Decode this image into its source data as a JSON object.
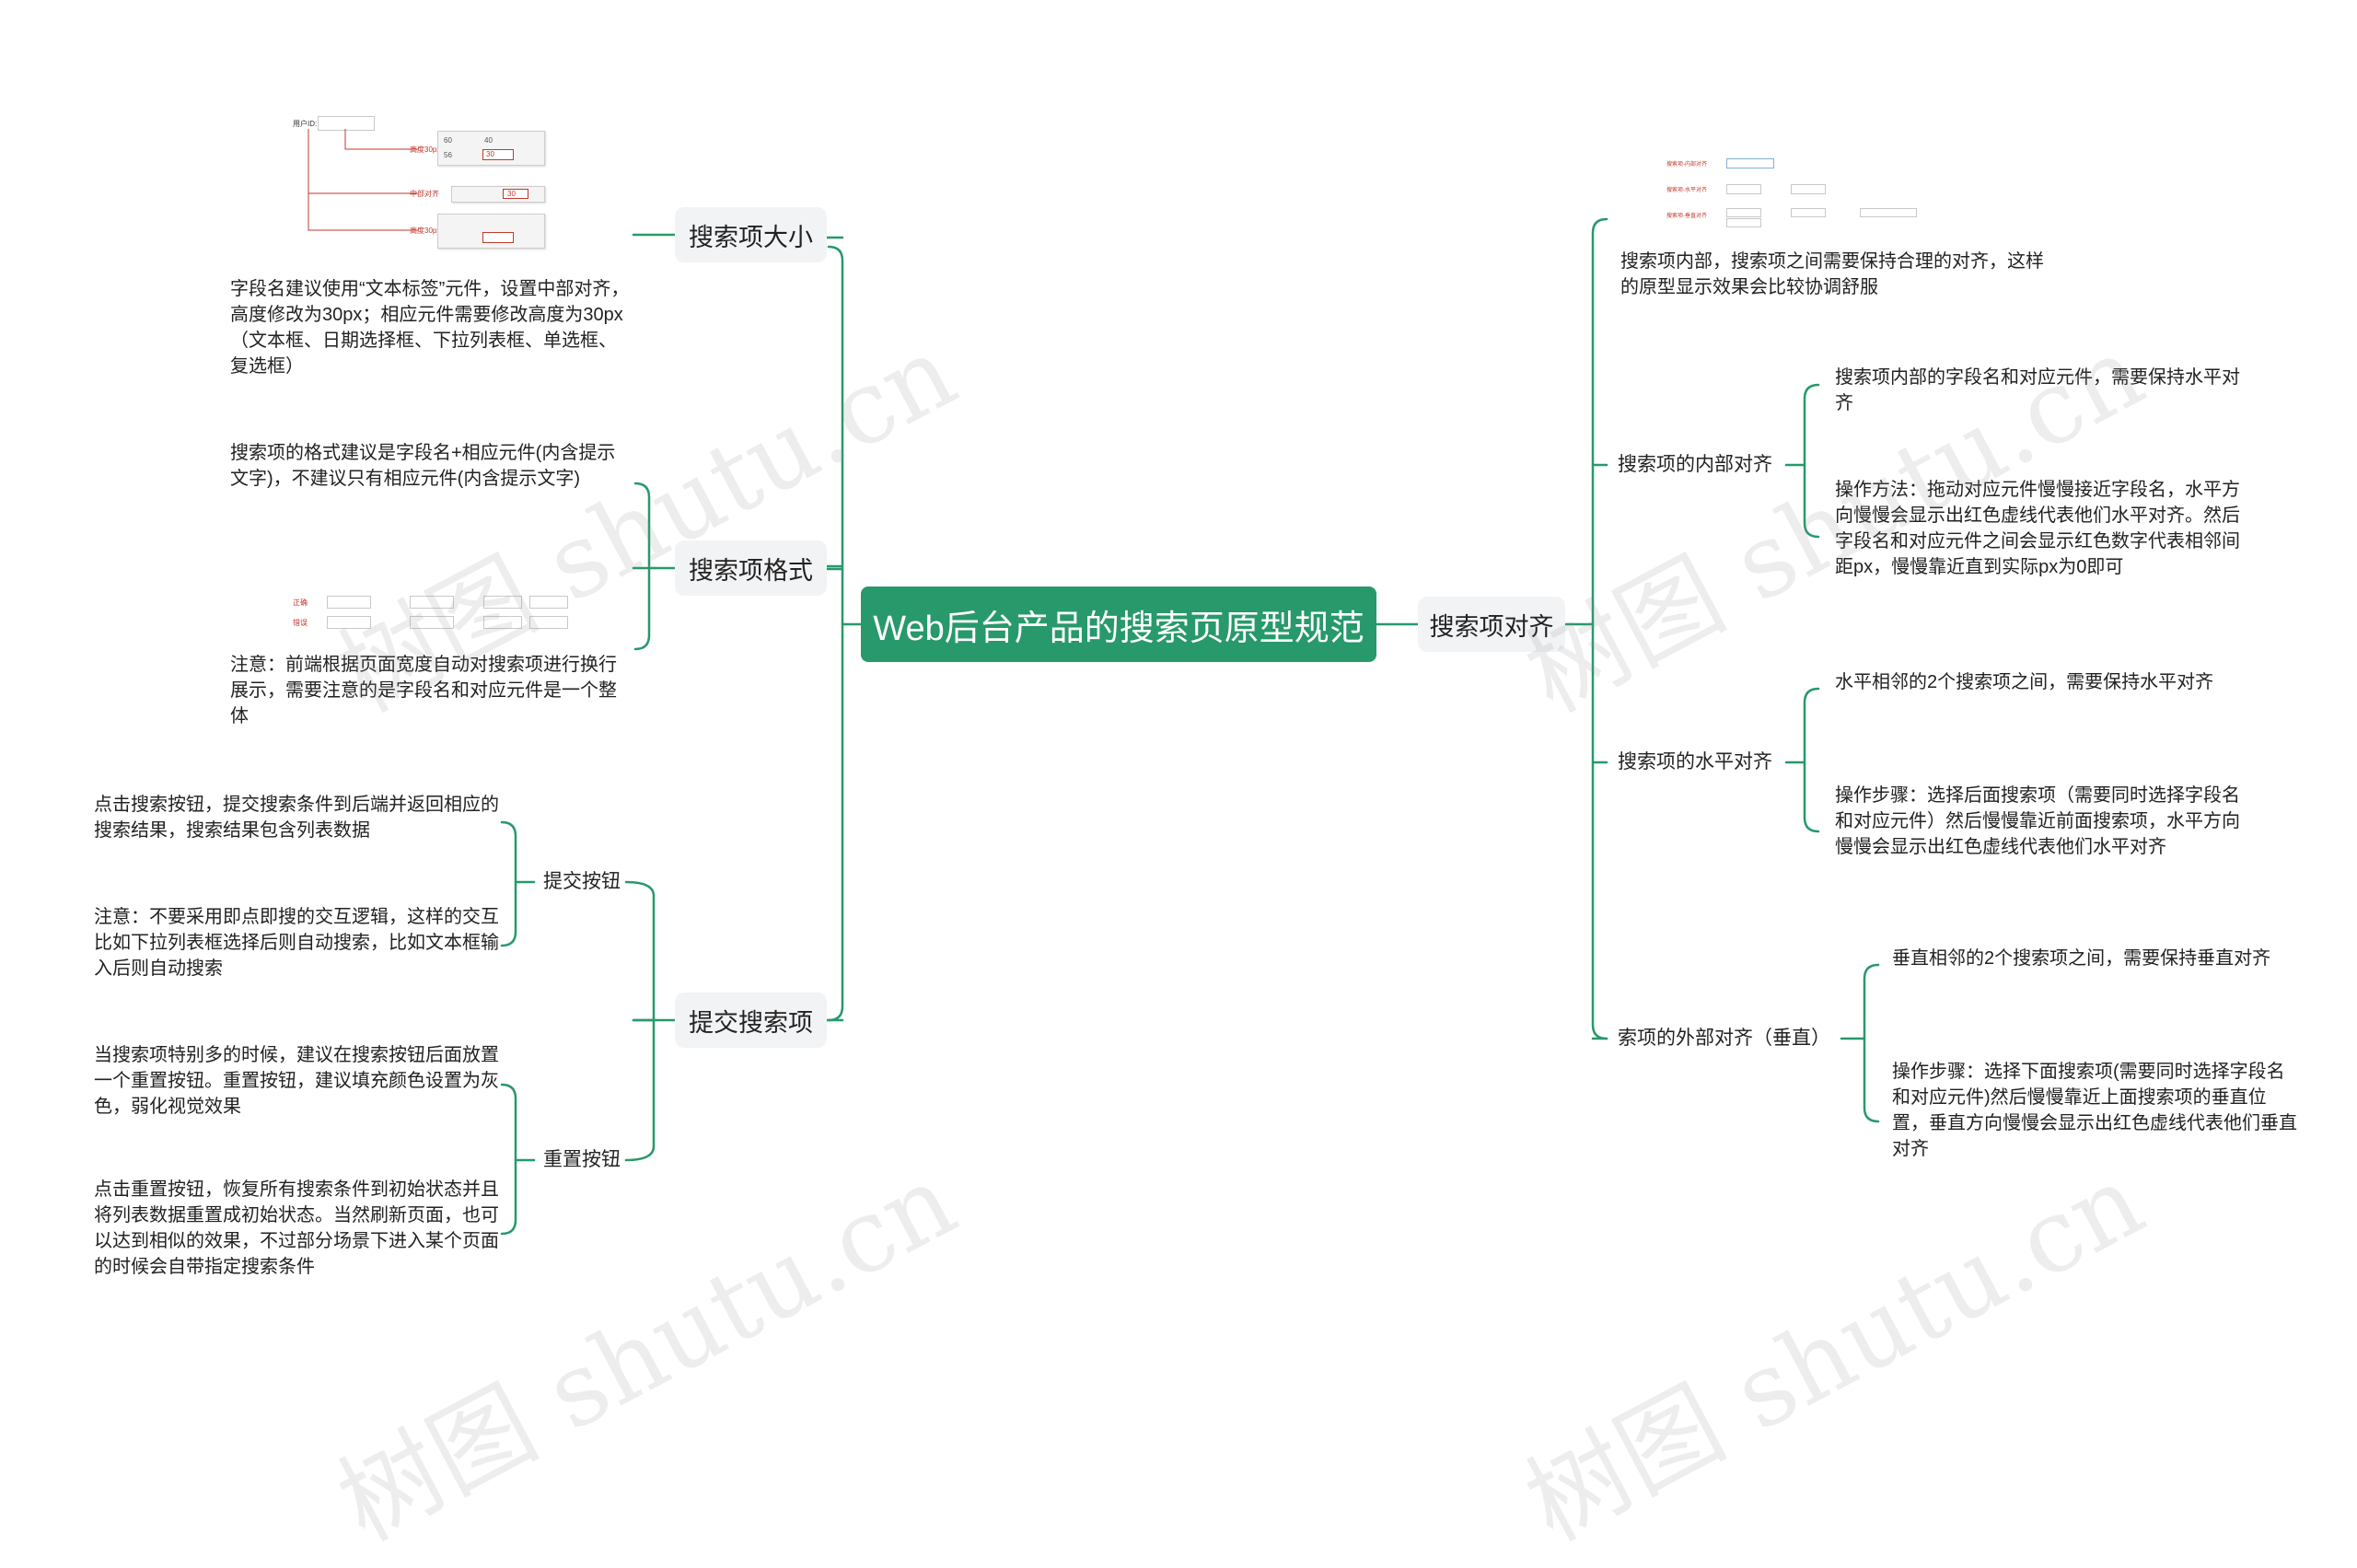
{
  "root": {
    "label": "Web后台产品的搜索页原型规范"
  },
  "left": {
    "size": {
      "label": "搜索项大小",
      "note": "字段名建议使用“文本标签”元件，设置中部对齐，高度修改为30px；相应元件需要修改高度为30px（文本框、日期选择框、下拉列表框、单选框、复选框）",
      "shot": {
        "field": "用户ID:",
        "tag1": "高度30px",
        "tag2": "中部对齐",
        "tag3": "高度30px",
        "v60": "60",
        "v40": "40",
        "v56": "56",
        "v30": "30",
        "vx": "30"
      }
    },
    "format": {
      "label": "搜索项格式",
      "note1": "搜索项的格式建议是字段名+相应元件(内含提示文字)，不建议只有相应元件(内含提示文字)",
      "note2": "注意：前端根据页面宽度自动对搜索项进行换行展示，需要注意的是字段名和对应元件是一个整体",
      "shot": {
        "row1": "正确",
        "row2": "错误"
      }
    },
    "submit": {
      "label": "提交搜索项",
      "submit_btn": {
        "label": "提交按钮",
        "note1": "点击搜索按钮，提交搜索条件到后端并返回相应的搜索结果，搜索结果包含列表数据",
        "note2": "注意：不要采用即点即搜的交互逻辑，这样的交互比如下拉列表框选择后则自动搜索，比如文本框输入后则自动搜索"
      },
      "reset_btn": {
        "label": "重置按钮",
        "note1": "当搜索项特别多的时候，建议在搜索按钮后面放置一个重置按钮。重置按钮，建议填充颜色设置为灰色，弱化视觉效果",
        "note2": "点击重置按钮，恢复所有搜索条件到初始状态并且将列表数据重置成初始状态。当然刷新页面，也可以达到相似的效果，不过部分场景下进入某个页面的时候会自带指定搜索条件"
      }
    }
  },
  "right": {
    "align": {
      "label": "搜索项对齐",
      "intro": "搜索项内部，搜索项之间需要保持合理的对齐，这样的原型显示效果会比较协调舒服",
      "shot": {
        "r1": "搜索项-内部对齐",
        "r2": "搜索项-水平对齐",
        "r3": "搜索项-垂直对齐"
      },
      "inner": {
        "label": "搜索项的内部对齐",
        "note1": "搜索项内部的字段名和对应元件，需要保持水平对齐",
        "note2": "操作方法：拖动对应元件慢慢接近字段名，水平方向慢慢会显示出红色虚线代表他们水平对齐。然后字段名和对应元件之间会显示红色数字代表相邻间距px，慢慢靠近直到实际px为0即可"
      },
      "horizontal": {
        "label": "搜索项的水平对齐",
        "note1": "水平相邻的2个搜索项之间，需要保持水平对齐",
        "note2": "操作步骤：选择后面搜索项（需要同时选择字段名和对应元件）然后慢慢靠近前面搜索项，水平方向慢慢会显示出红色虚线代表他们水平对齐"
      },
      "vertical": {
        "label": "索项的外部对齐（垂直）",
        "note1": "垂直相邻的2个搜索项之间，需要保持垂直对齐",
        "note2": "操作步骤：选择下面搜索项(需要同时选择字段名和对应元件)然后慢慢靠近上面搜索项的垂直位置，垂直方向慢慢会显示出红色虚线代表他们垂直对齐"
      }
    }
  },
  "watermark": "树图 shutu.cn",
  "colors": {
    "root": "#27996b",
    "line": "#27996b",
    "branch_bg": "#f2f3f5"
  }
}
